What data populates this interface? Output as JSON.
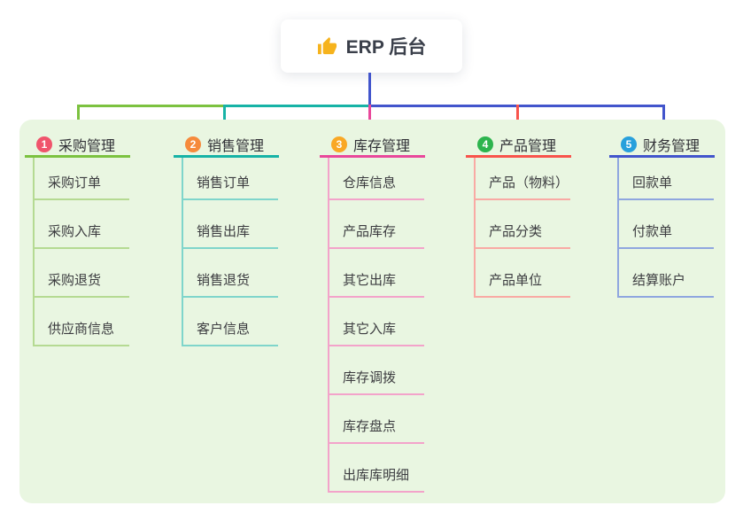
{
  "root": {
    "title": "ERP 后台",
    "icon": "thumbs-up-icon",
    "icon_color": "#f6b31d"
  },
  "board": {
    "background": "#e9f6e1"
  },
  "branches": [
    {
      "badge": "1",
      "badge_color": "#f0546c",
      "line_color": "#7cc240",
      "child_line_color": "#b5da92",
      "label": "采购管理",
      "children": [
        "采购订单",
        "采购入库",
        "采购退货",
        "供应商信息"
      ]
    },
    {
      "badge": "2",
      "badge_color": "#f68a3c",
      "line_color": "#17b3a6",
      "child_line_color": "#7fd5cb",
      "label": "销售管理",
      "children": [
        "销售订单",
        "销售出库",
        "销售退货",
        "客户信息"
      ]
    },
    {
      "badge": "3",
      "badge_color": "#f9a825",
      "line_color": "#e9489b",
      "child_line_color": "#f3a3ca",
      "label": "库存管理",
      "children": [
        "仓库信息",
        "产品库存",
        "其它出库",
        "其它入库",
        "库存调拨",
        "库存盘点",
        "出库库明细"
      ]
    },
    {
      "badge": "4",
      "badge_color": "#2db44e",
      "line_color": "#f8544c",
      "child_line_color": "#f9aaa4",
      "label": "产品管理",
      "children": [
        "产品（物料）",
        "产品分类",
        "产品单位"
      ]
    },
    {
      "badge": "5",
      "badge_color": "#28a0dc",
      "line_color": "#4255cc",
      "child_line_color": "#8fa6df",
      "label": "财务管理",
      "children": [
        "回款单",
        "付款单",
        "结算账户"
      ]
    }
  ],
  "text_colors": {
    "root_title": "#3a3f4a",
    "branch_label": "#303036",
    "child_label": "#3c3c40"
  }
}
